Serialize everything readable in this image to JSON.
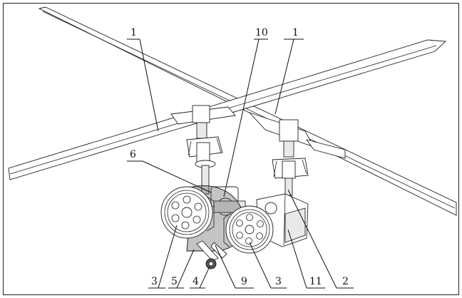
{
  "labels": {
    "blade_upper_left": "1",
    "blade_upper_right": "1",
    "item_10": "10",
    "item_6": "6",
    "item_3_left": "3",
    "item_5": "5",
    "item_4": "4",
    "item_9": "9",
    "item_3_right": "3",
    "item_11": "11",
    "item_2": "2"
  }
}
